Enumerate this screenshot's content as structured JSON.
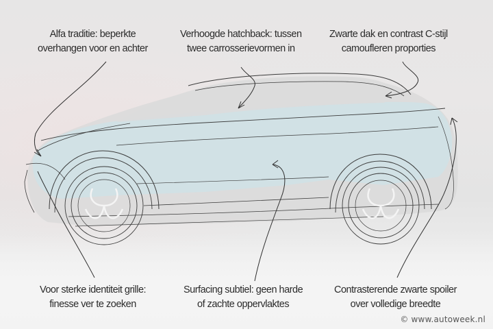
{
  "annotations": {
    "top_left": {
      "line1": "Alfa traditie: beperkte",
      "line2": "overhangen voor en achter"
    },
    "top_center": {
      "line1": "Verhoogde hatchback: tussen",
      "line2": "twee carrosserievormen in"
    },
    "top_right": {
      "line1": "Zwarte dak en contrast C-stijl",
      "line2": "camoufleren proporties"
    },
    "bottom_left": {
      "line1": "Voor sterke identiteit grille:",
      "line2": "finesse ver te zoeken"
    },
    "bottom_center": {
      "line1": "Surfacing subtiel: geen harde",
      "line2": "of zachte oppervlaktes"
    },
    "bottom_right": {
      "line1": "Contrasterende zwarte spoiler",
      "line2": "over volledige breedte"
    }
  },
  "credit": "© www.autoweek.nl",
  "colors": {
    "background": "#e6e6e6",
    "body_tint": "#cfe2e6",
    "sketch_line": "#3a3a3a",
    "text": "#2b2b2b"
  }
}
